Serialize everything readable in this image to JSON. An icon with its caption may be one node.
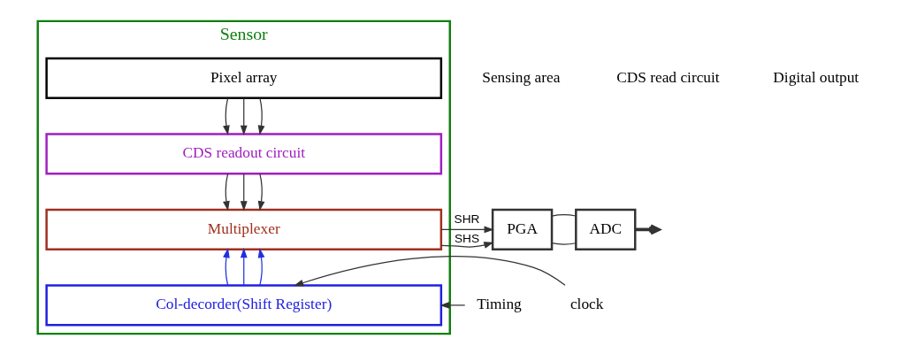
{
  "diagram": {
    "nodes": [
      {
        "text": [
          "Sensor"
        ]
      },
      {
        "text": [
          "Pixel array"
        ],
        "in": 0
      },
      {
        "text": [
          "CDS readout circuit"
        ],
        "in": 0
      },
      {
        "text": [
          "Multiplexer"
        ],
        "in": 0
      },
      {
        "text": [
          "Col-decorder(Shift Register)"
        ],
        "in": 0
      },
      {
        "text": [
          "PGA"
        ]
      },
      {
        "text": [
          "ADC"
        ]
      },
      {
        "text": [
          "Timing"
        ]
      },
      {
        "text": [
          "clock"
        ]
      }
    ],
    "edges": [
      {
        "from": 1,
        "to": 2,
        "arrow": "to"
      },
      {
        "from": 1,
        "to": 2,
        "arrow": "to"
      },
      {
        "from": 1,
        "to": 2,
        "arrow": "to"
      },
      {
        "from": 2,
        "to": 3,
        "arrow": "to"
      },
      {
        "from": 2,
        "to": 3,
        "arrow": "to"
      },
      {
        "from": 2,
        "to": 3,
        "arrow": "to"
      },
      {
        "from": 4,
        "to": 3,
        "arrow": "to",
        "color": "#2030e0"
      },
      {
        "from": 4,
        "to": 3,
        "arrow": "to",
        "color": "#2030e0"
      },
      {
        "from": 4,
        "to": 3,
        "arrow": "to",
        "color": "#2030e0"
      },
      {
        "from": 3,
        "to": 5,
        "arrow": "to",
        "label": "SHS"
      },
      {
        "from": 3,
        "to": 5,
        "arrow": "to",
        "label": "SHR"
      },
      {
        "from": 5,
        "to": 6,
        "arrow": "none"
      },
      {
        "from": 5,
        "to": 6,
        "arrow": "none"
      },
      {
        "from": 6,
        "to": null,
        "arrow": "to",
        "style": "thick"
      },
      {
        "from": 7,
        "to": 4,
        "arrow": "to"
      },
      {
        "from": 8,
        "to": 4,
        "arrow": "to"
      }
    ],
    "labels": [
      "Sensing area",
      "CDS read circuit",
      "Digital output"
    ]
  }
}
